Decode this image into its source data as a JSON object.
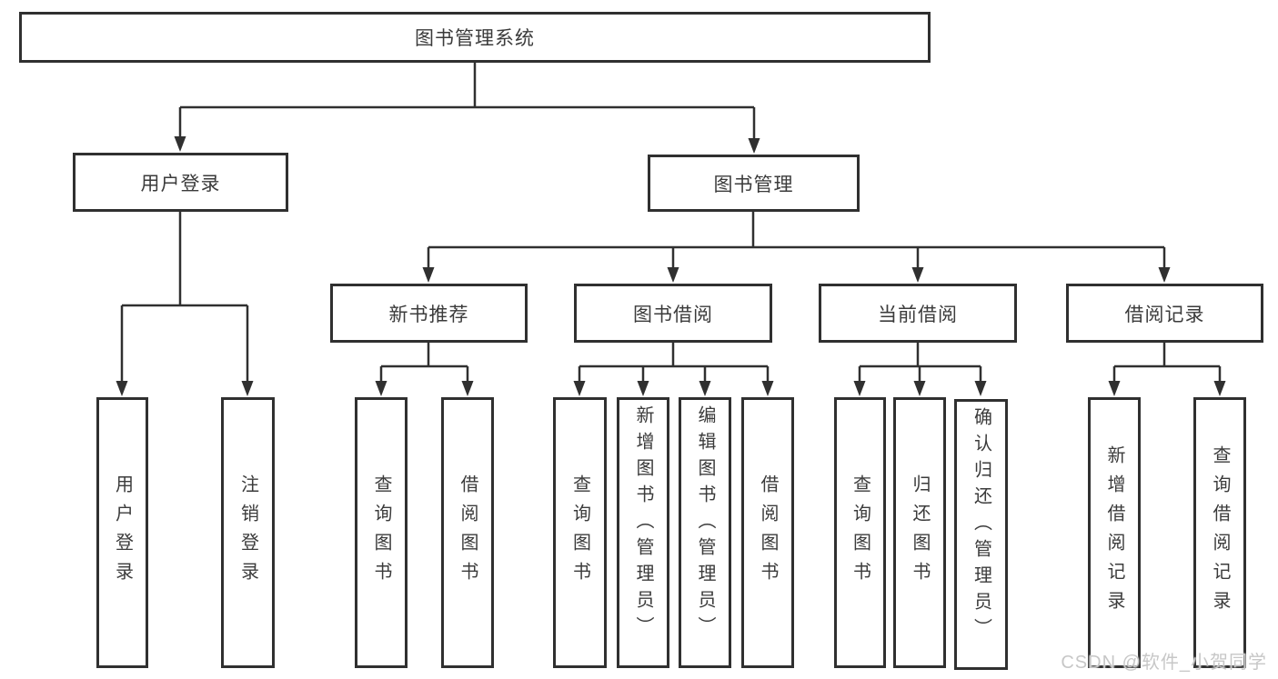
{
  "diagram": {
    "title": "图书管理系统",
    "type": "hierarchy"
  },
  "tree": {
    "label": "图书管理系统",
    "children": [
      {
        "label": "用户登录",
        "children": [
          {
            "label": "用户登录"
          },
          {
            "label": "注销登录"
          }
        ]
      },
      {
        "label": "图书管理",
        "children": [
          {
            "label": "新书推荐",
            "children": [
              {
                "label": "查询图书"
              },
              {
                "label": "借阅图书"
              }
            ]
          },
          {
            "label": "图书借阅",
            "children": [
              {
                "label": "查询图书"
              },
              {
                "label": "新增图书（管理员）"
              },
              {
                "label": "编辑图书（管理员）"
              },
              {
                "label": "借阅图书"
              }
            ]
          },
          {
            "label": "当前借阅",
            "children": [
              {
                "label": "查询图书"
              },
              {
                "label": "归还图书"
              },
              {
                "label": "确认归还（管理员）"
              }
            ]
          },
          {
            "label": "借阅记录",
            "children": [
              {
                "label": "新增借阅记录"
              },
              {
                "label": "查询借阅记录"
              }
            ]
          }
        ]
      }
    ]
  },
  "watermark": {
    "text": "CSDN @软件_小贺同学"
  },
  "colors": {
    "line": "#303030",
    "text": "#3b3b3b",
    "background": "#ffffff",
    "watermark": "#c7c7c7"
  }
}
